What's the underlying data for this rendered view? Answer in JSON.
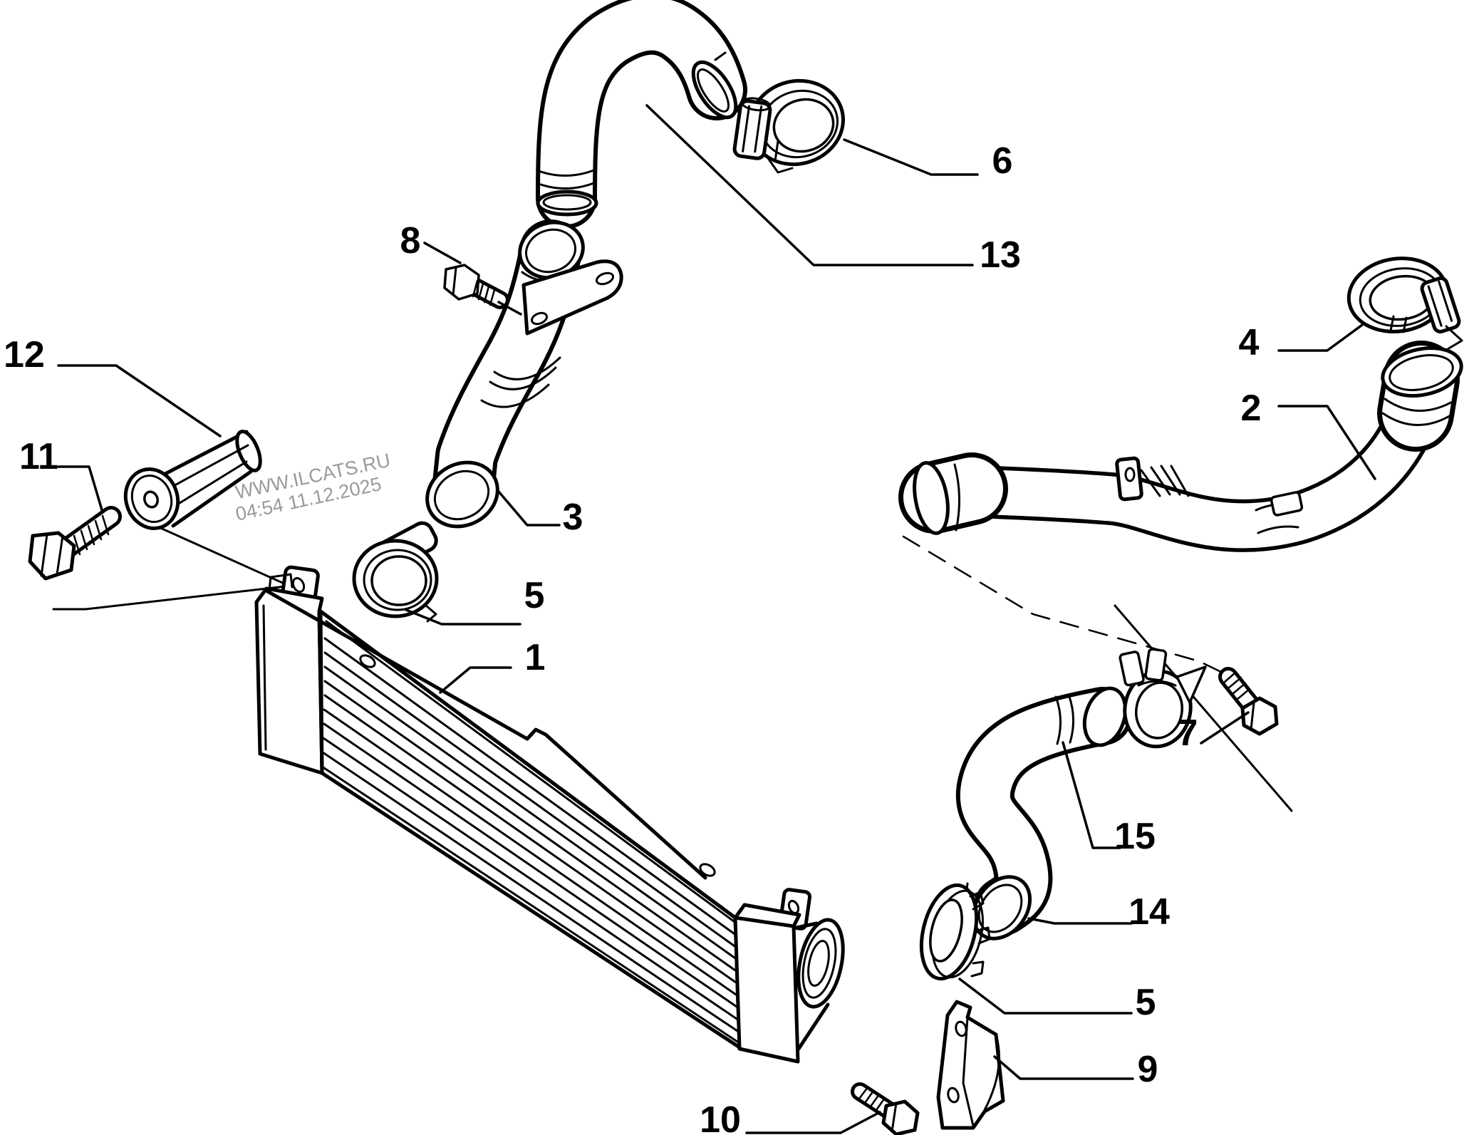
{
  "watermark": {
    "line1": "WWW.ILCATS.RU",
    "line2": "04:54 11.12.2025"
  },
  "colors": {
    "line": "#000000",
    "background": "#ffffff",
    "watermark": "#9a9a9a"
  },
  "diagram": {
    "type": "exploded-parts-diagram",
    "callouts": [
      {
        "label": "1"
      },
      {
        "label": "2"
      },
      {
        "label": "3"
      },
      {
        "label": "4"
      },
      {
        "label": "5"
      },
      {
        "label": "5"
      },
      {
        "label": "6"
      },
      {
        "label": "7"
      },
      {
        "label": "8"
      },
      {
        "label": "9"
      },
      {
        "label": "10"
      },
      {
        "label": "11"
      },
      {
        "label": "12"
      },
      {
        "label": "13"
      },
      {
        "label": "14"
      },
      {
        "label": "15"
      }
    ]
  }
}
